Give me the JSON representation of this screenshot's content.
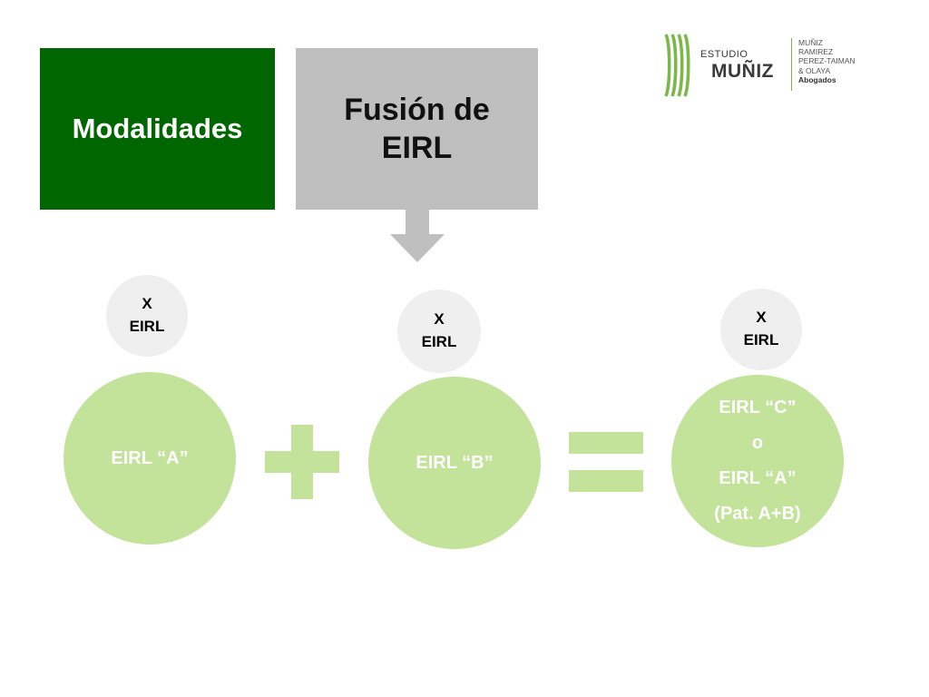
{
  "header": {
    "modalidades": "Modalidades",
    "fusion_line1": "Fusión de",
    "fusion_line2": "EIRL"
  },
  "logo": {
    "estudio": "ESTUDIO",
    "name": "MUÑIZ",
    "partners": [
      "MUÑIZ",
      "RAMIREZ",
      "PEREZ-TAIMAN",
      "& OLAYA",
      "Abogados"
    ]
  },
  "diagram": {
    "badge_a": {
      "line1": "X",
      "line2": "EIRL"
    },
    "badge_b": {
      "line1": "X",
      "line2": "EIRL"
    },
    "badge_c": {
      "line1": "X",
      "line2": "EIRL"
    },
    "circle_a": "EIRL  “A”",
    "circle_b": "EIRL  “B”",
    "result": {
      "line1": "EIRL “C”",
      "line2": "o",
      "line3": "EIRL “A”",
      "line4": "(Pat. A+B)"
    }
  },
  "colors": {
    "dark_green": "#006600",
    "gray_box": "#bfbfbf",
    "light_green": "#c3e29a",
    "badge_gray": "#efefef"
  }
}
